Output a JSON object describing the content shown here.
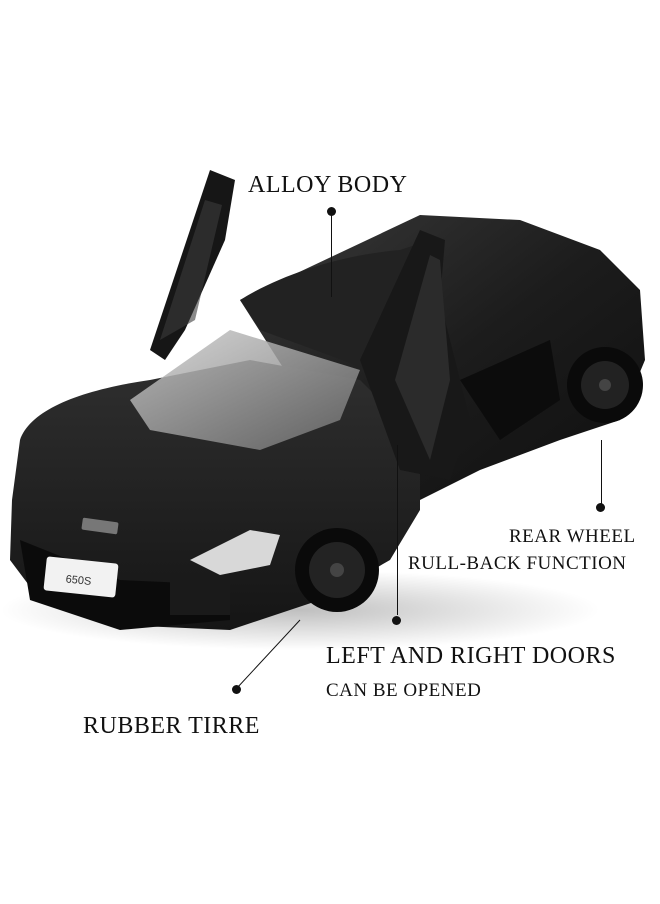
{
  "labels": {
    "alloy_body": "ALLOY BODY",
    "rear_wheel_line1": "REAR WHEEL",
    "rear_wheel_line2": "RULL-BACK FUNCTION",
    "doors_line1": "LEFT AND RIGHT DOORS",
    "doors_line2": "CAN BE OPENED",
    "rubber_tire": "RUBBER TIRRE"
  },
  "car": {
    "plate_text": "650S",
    "body_color": "#1e1e1e"
  }
}
